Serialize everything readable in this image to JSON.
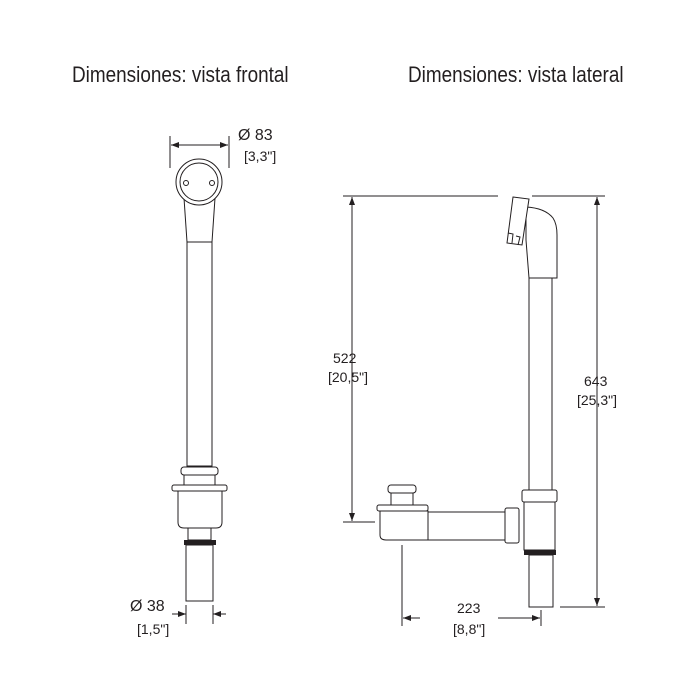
{
  "front_view": {
    "title": "Dimensiones: vista frontal",
    "head_diameter": {
      "mm": "Ø 83",
      "in": "[3,3\"]"
    },
    "pipe_diameter": {
      "mm": "Ø 38",
      "in": "[1,5\"]"
    }
  },
  "side_view": {
    "title": "Dimensiones: vista lateral",
    "overflow_height": {
      "mm": "522",
      "in": "[20,5\"]"
    },
    "total_height": {
      "mm": "643",
      "in": "[25,3\"]"
    },
    "drain_offset": {
      "mm": "223",
      "in": "[8,8\"]"
    }
  },
  "colors": {
    "line": "#231f20",
    "ring": "#231f20"
  }
}
